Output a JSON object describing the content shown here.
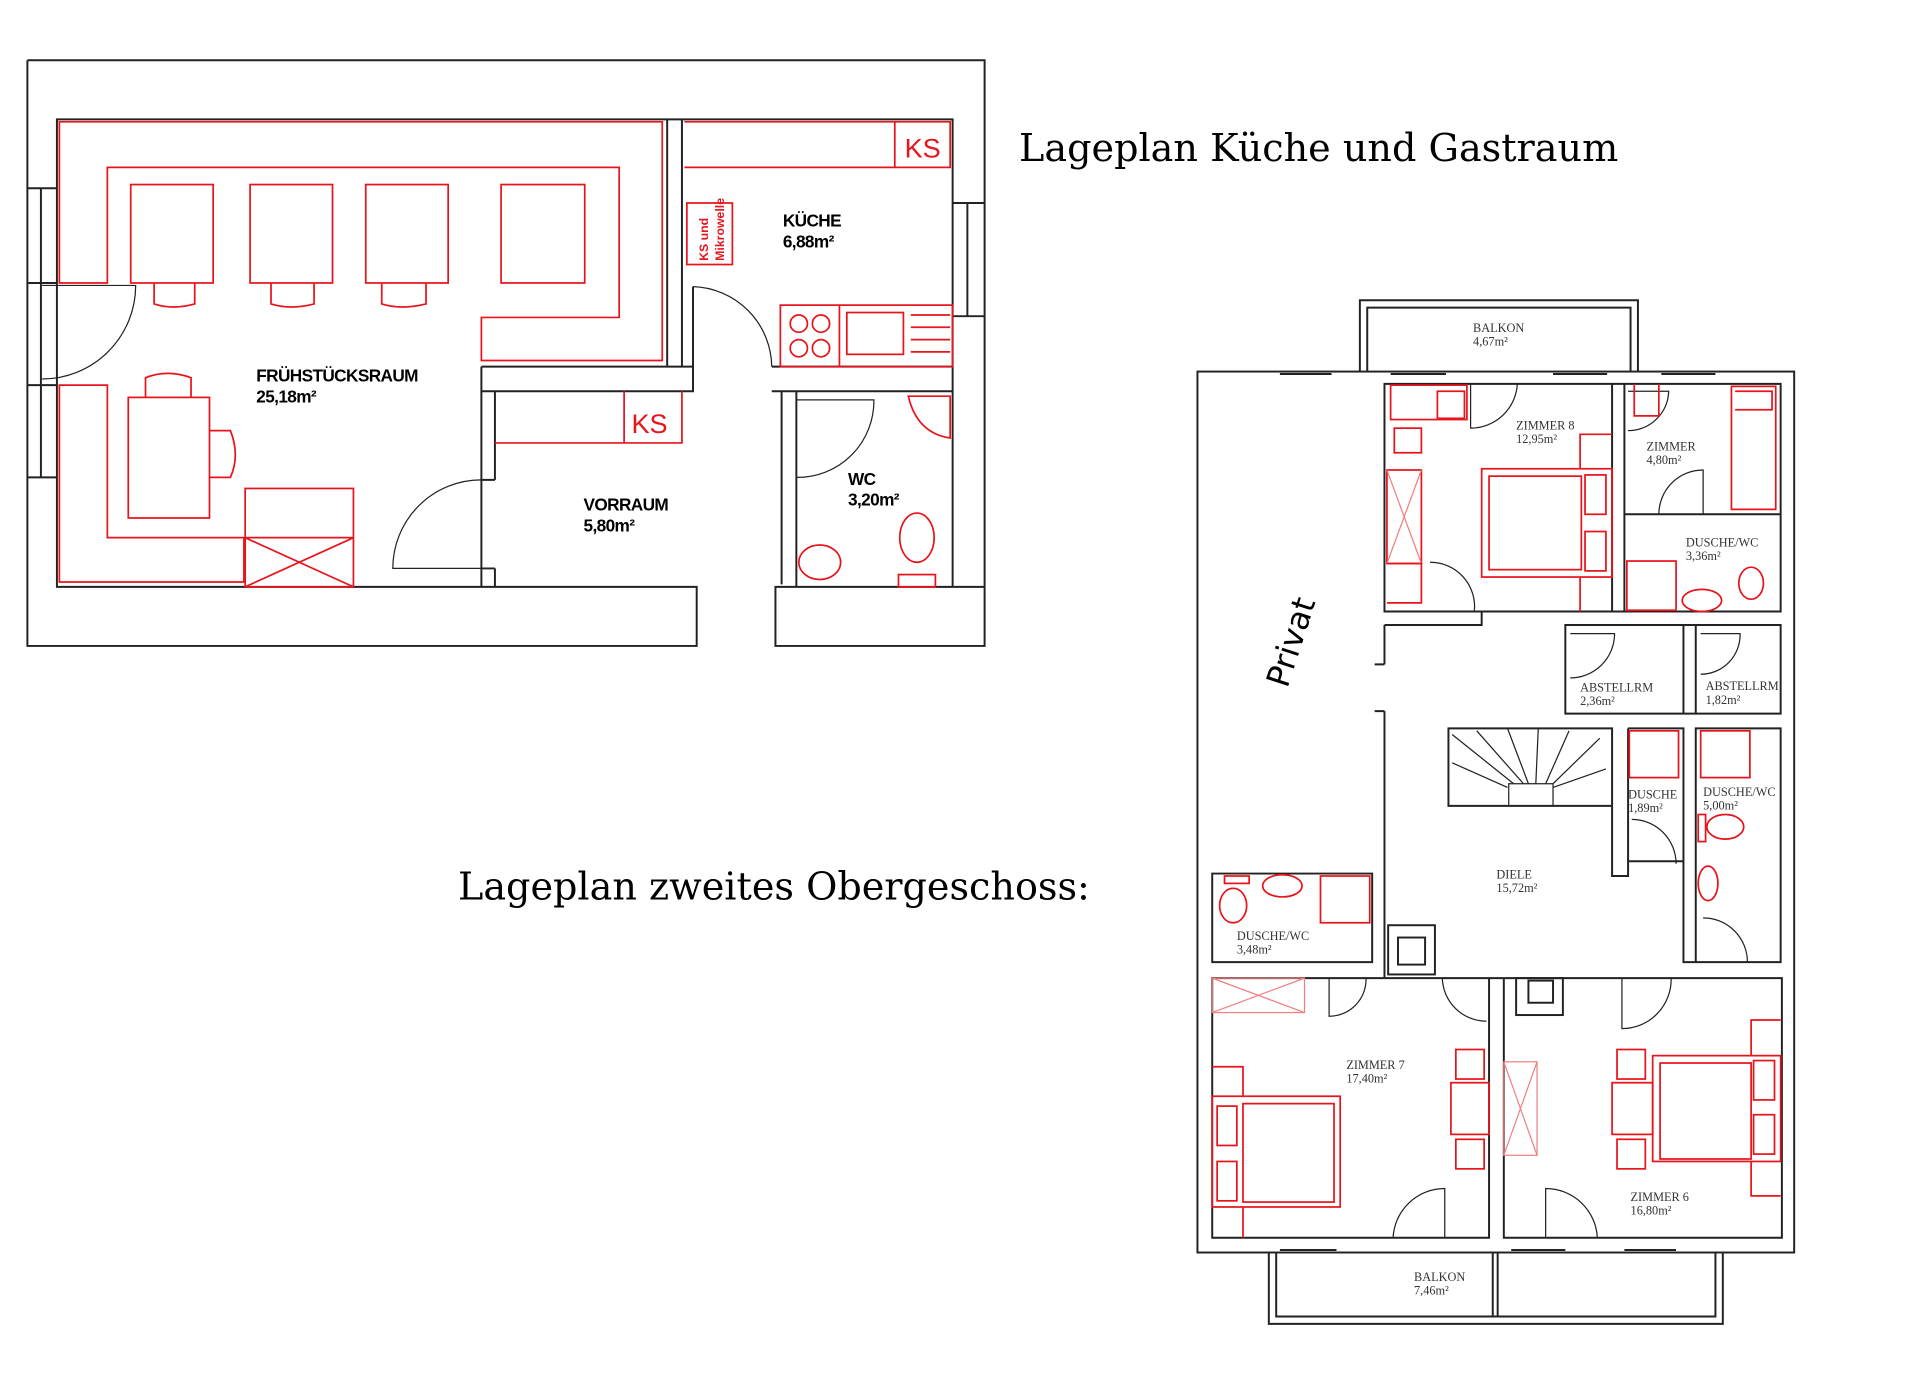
{
  "titles": {
    "kitchen_plan": "Lageplan  Küche und Gastraum",
    "floor_plan": "Lageplan zweites Obergeschoss:"
  },
  "plan_ground": {
    "rooms": [
      {
        "name": "FRÜHSTÜCKSRAUM",
        "area": "25,18m²"
      },
      {
        "name": "KÜCHE",
        "area": "6,88m²"
      },
      {
        "name": "VORRAUM",
        "area": "5,80m²"
      },
      {
        "name": "WC",
        "area": "3,20m²"
      }
    ],
    "ks_label": "KS",
    "ks_mikrowelle": [
      "KS und",
      "Mikrowelle"
    ]
  },
  "plan_upper": {
    "privat": "Privat",
    "rooms": [
      {
        "name": "BALKON",
        "area": "4,67m²"
      },
      {
        "name": "ZIMMER 8",
        "area": "12,95m²"
      },
      {
        "name": "ZIMMER",
        "area": "4,80m²"
      },
      {
        "name": "DUSCHE/WC",
        "area": "3,36m²"
      },
      {
        "name": "ABSTELLRM",
        "area": "2,36m²"
      },
      {
        "name": "ABSTELLRM",
        "area": "1,82m²"
      },
      {
        "name": "DUSCHE",
        "area": "1,89m²"
      },
      {
        "name": "DUSCHE/WC",
        "area": "5,00m²"
      },
      {
        "name": "DIELE",
        "area": "15,72m²"
      },
      {
        "name": "DUSCHE/WC",
        "area": "3,48m²"
      },
      {
        "name": "ZIMMER 7",
        "area": "17,40m²"
      },
      {
        "name": "ZIMMER 6",
        "area": "16,80m²"
      },
      {
        "name": "BALKON",
        "area": "7,46m²"
      }
    ]
  },
  "colors": {
    "walls": "#222222",
    "furniture": "#e8141b"
  }
}
